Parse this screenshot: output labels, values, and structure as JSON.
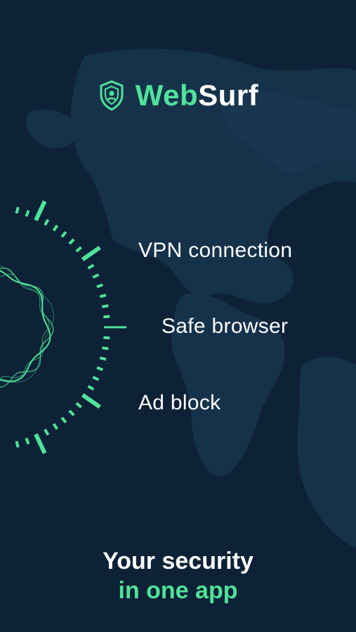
{
  "brand": {
    "name_accent": "Web",
    "name_rest": "Surf",
    "logo_icon": "shield-lock-icon"
  },
  "features": [
    {
      "label": "VPN connection"
    },
    {
      "label": "Safe browser"
    },
    {
      "label": "Ad block"
    }
  ],
  "tagline": {
    "line1": "Your security",
    "line2": "in one app"
  },
  "colors": {
    "background": "#0d2236",
    "map": "#16324b",
    "accent": "#4fe39a",
    "text": "#ffffff"
  }
}
